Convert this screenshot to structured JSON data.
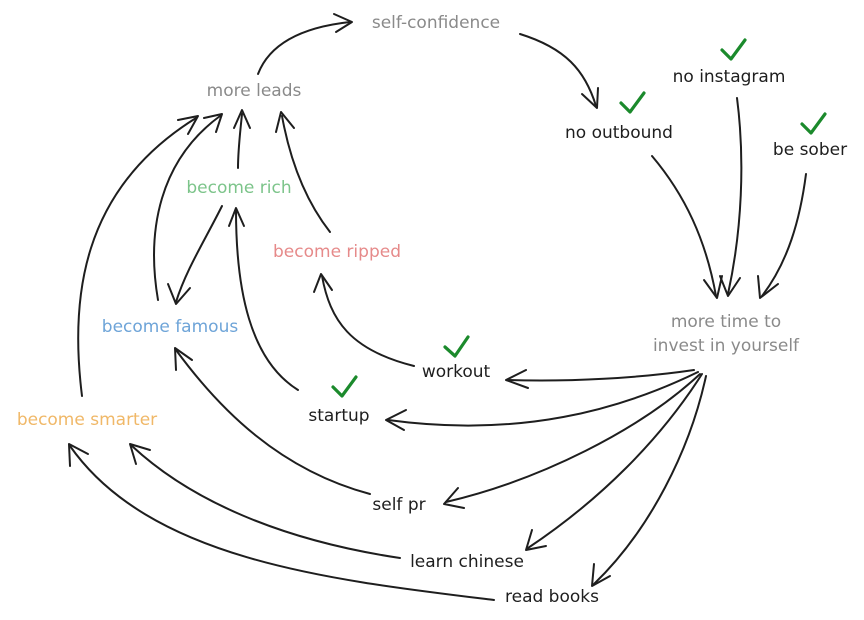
{
  "colors": {
    "ink": "#1e1e1e",
    "muted": "#8a8a8a",
    "rich": "#7cc48a",
    "ripped": "#e68a8a",
    "famous": "#6ea4d8",
    "smarter": "#f0b868",
    "check": "#1b8a2c"
  },
  "nodes": {
    "self_confidence": "self-confidence",
    "more_leads": "more leads",
    "no_outbound": "no outbound",
    "no_instagram": "no instagram",
    "be_sober": "be sober",
    "become_rich": "become rich",
    "become_ripped": "become ripped",
    "become_famous": "become famous",
    "become_smarter": "become smarter",
    "more_time_line1": "more time to",
    "more_time_line2": "invest in yourself",
    "workout": "workout",
    "startup": "startup",
    "self_pr": "self pr",
    "learn_chinese": "learn chinese",
    "read_books": "read books"
  },
  "icons": {
    "done": "checkmark-icon"
  }
}
